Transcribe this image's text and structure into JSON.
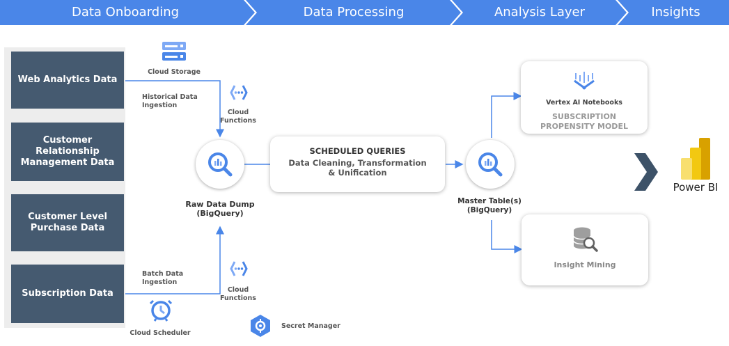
{
  "banner": {
    "stages": [
      "Data Onboarding",
      "Data Processing",
      "Analysis Layer",
      "Insights"
    ],
    "color": "#4a86e8"
  },
  "sources": [
    "Web Analytics Data",
    "Customer Relationship Management Data",
    "Customer Level Purchase Data",
    "Subscription Data"
  ],
  "ingestion": {
    "cloud_storage": "Cloud Storage",
    "historical": "Historical Data Ingestion",
    "cloud_functions_top": "Cloud Functions",
    "batch": "Batch Data Ingestion",
    "cloud_functions_bottom": "Cloud Functions",
    "cloud_scheduler": "Cloud Scheduler",
    "secret_manager": "Secret Manager"
  },
  "raw_dump": {
    "label": "Raw Data Dump (BigQuery)"
  },
  "scheduled": {
    "title": "SCHEDULED QUERIES",
    "subtitle": "Data Cleaning, Transformation & Unification"
  },
  "master": {
    "label": "Master Table(s) (BigQuery)"
  },
  "vertex": {
    "name": "Vertex AI Notebooks",
    "model": "SUBSCRIPTION PROPENSITY MODEL"
  },
  "insight_mining": {
    "label": "Insight Mining"
  },
  "powerbi": {
    "label": "Power BI"
  },
  "colors": {
    "arrow": "#4a86e8",
    "source_box": "#455a70",
    "chevron": "#3d5268",
    "powerbi_gold": "#f2c811"
  }
}
